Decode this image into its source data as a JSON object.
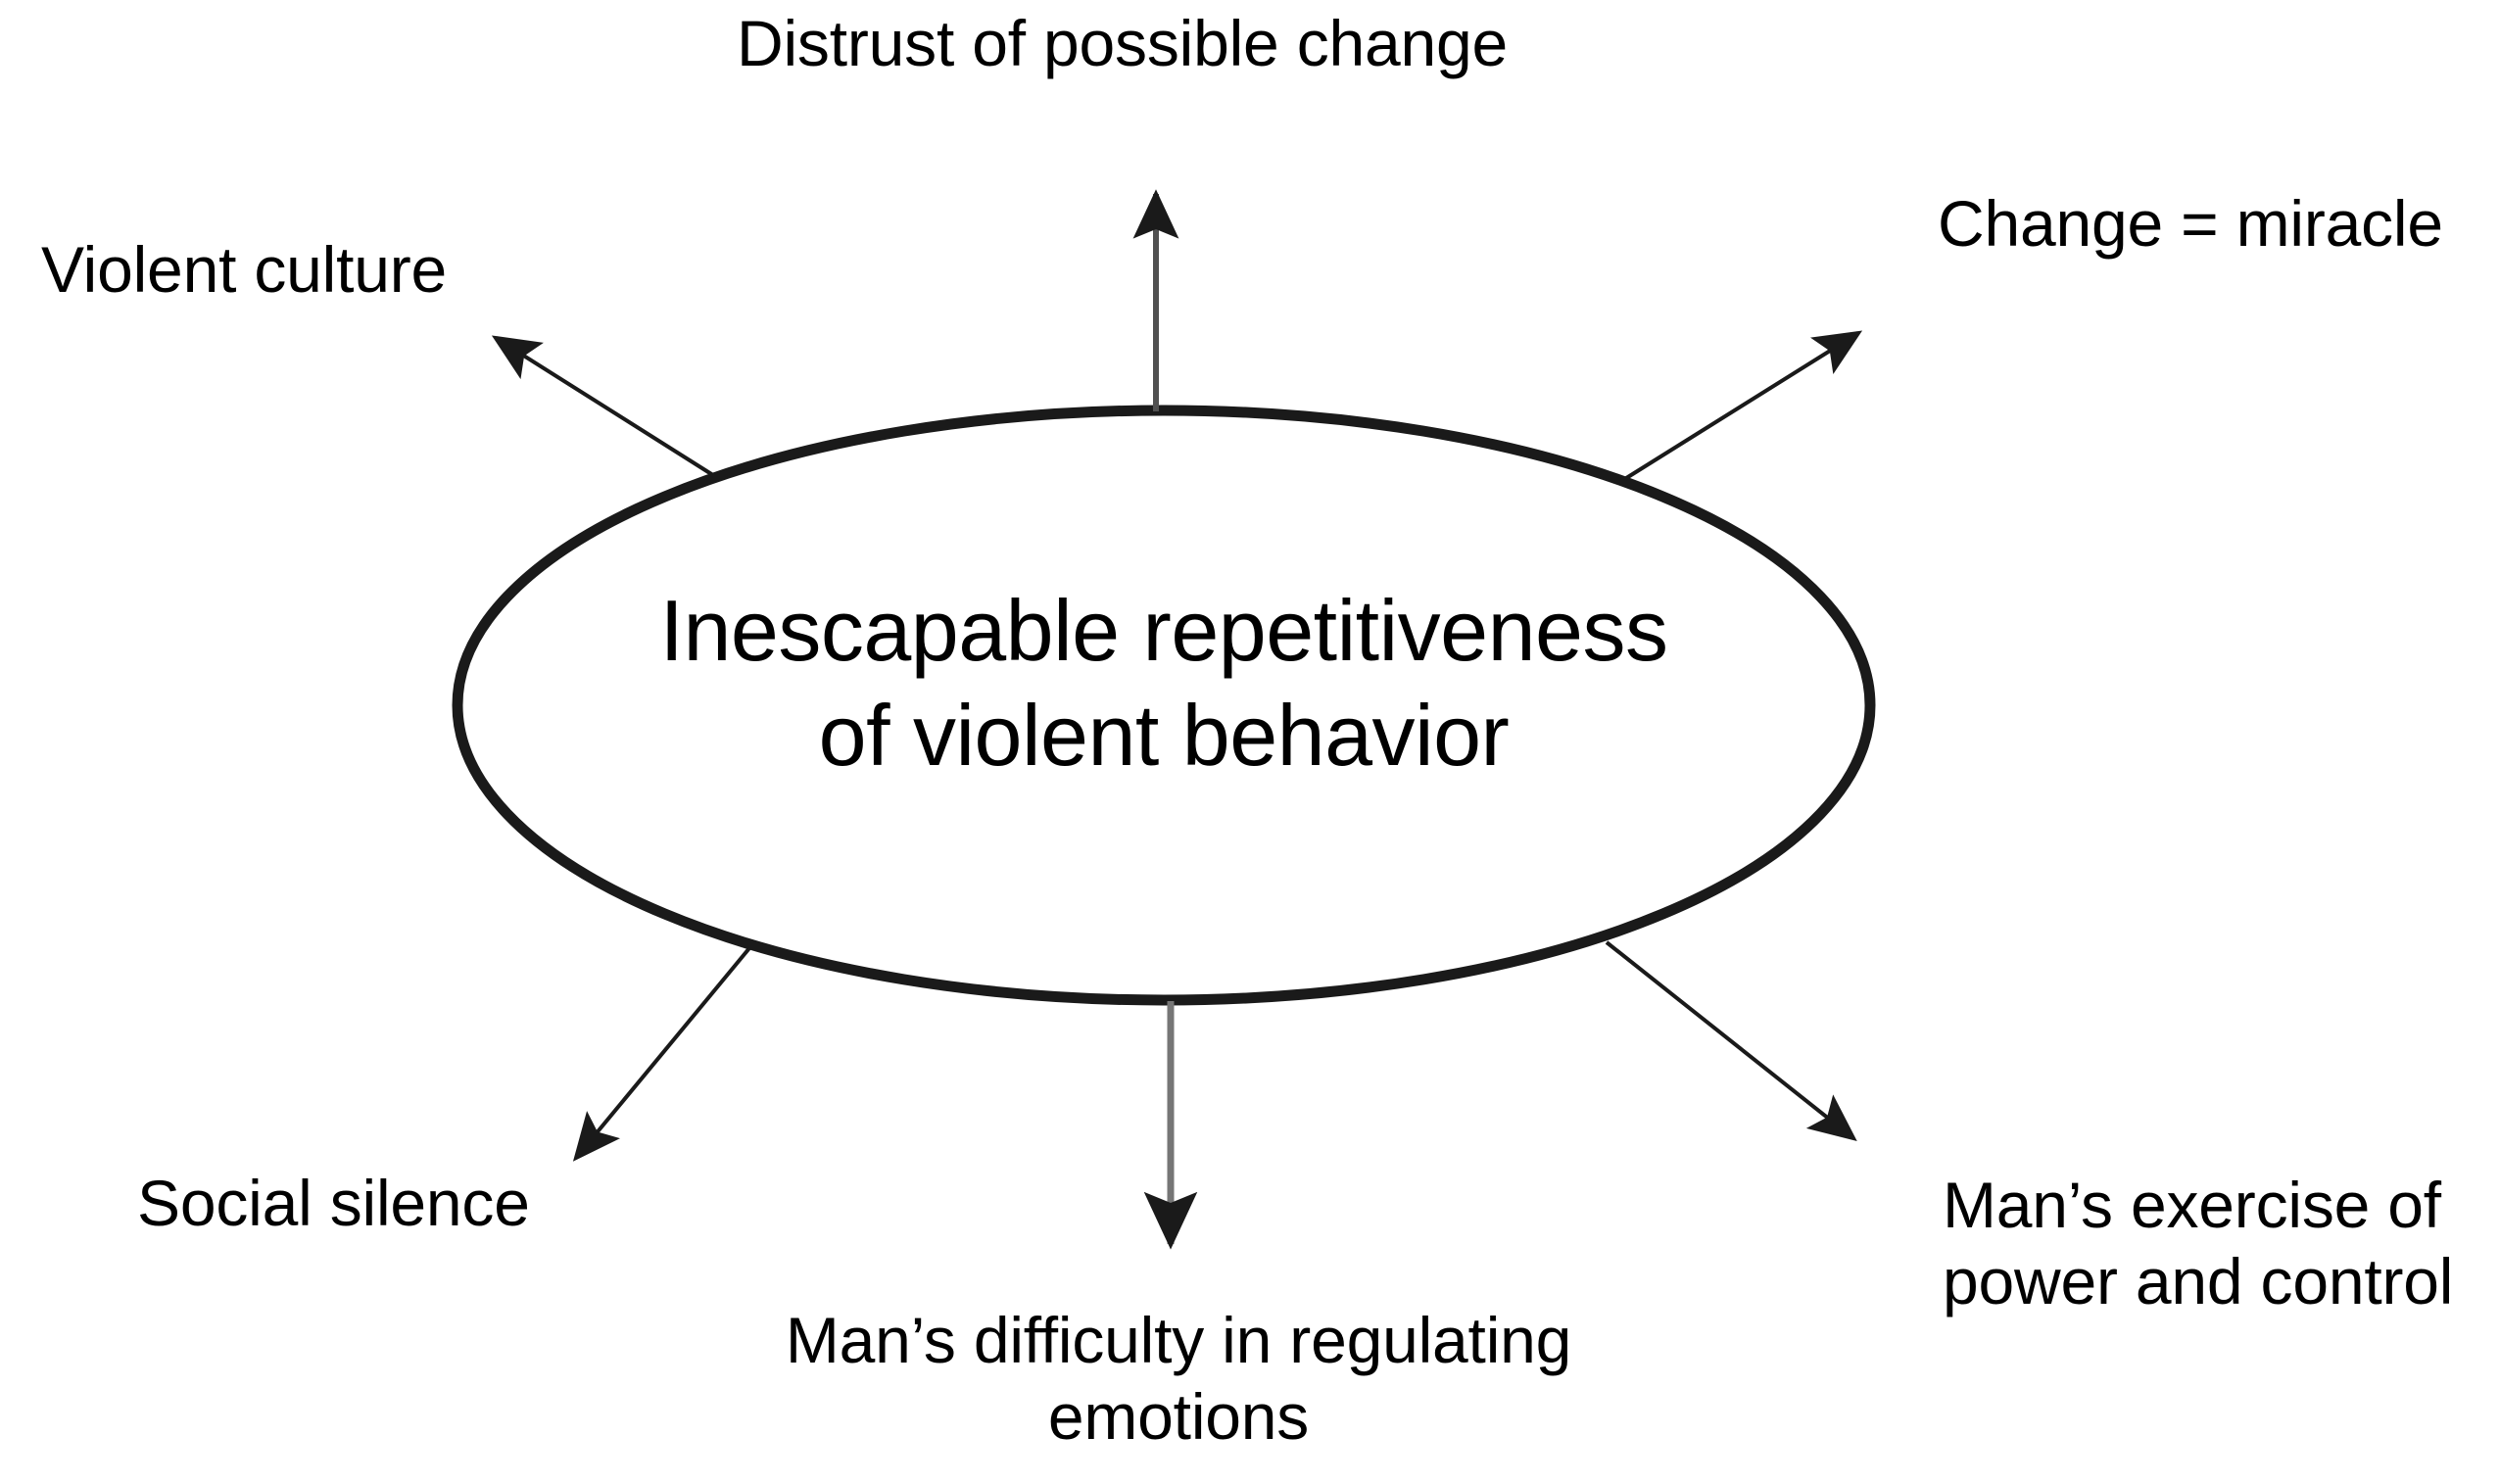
{
  "diagram": {
    "type": "radial-concept-map",
    "center": {
      "id": "center-node",
      "shape": "ellipse",
      "text": "Inescapable repetitiveness\nof violent behavior",
      "stroke_color": "#1a1a1a",
      "fill_color": "#ffffff"
    },
    "nodes": [
      {
        "id": "distrust",
        "label": "Distrust of possible change",
        "position": "top",
        "arrow_direction": "up"
      },
      {
        "id": "change-miracle",
        "label": "Change = miracle",
        "position": "top-right",
        "arrow_direction": "up-right"
      },
      {
        "id": "violent-culture",
        "label": "Violent culture",
        "position": "top-left",
        "arrow_direction": "up-left"
      },
      {
        "id": "social-silence",
        "label": "Social silence",
        "position": "bottom-left",
        "arrow_direction": "down-left"
      },
      {
        "id": "emotions",
        "label": "Man’s difficulty in regulating\nemotions",
        "position": "bottom",
        "arrow_direction": "down"
      },
      {
        "id": "power-control",
        "label": "Man’s exercise of\npower and control",
        "position": "bottom-right",
        "arrow_direction": "down-right"
      }
    ],
    "arrow_color": "#1a1a1a",
    "background_color": "#ffffff"
  }
}
